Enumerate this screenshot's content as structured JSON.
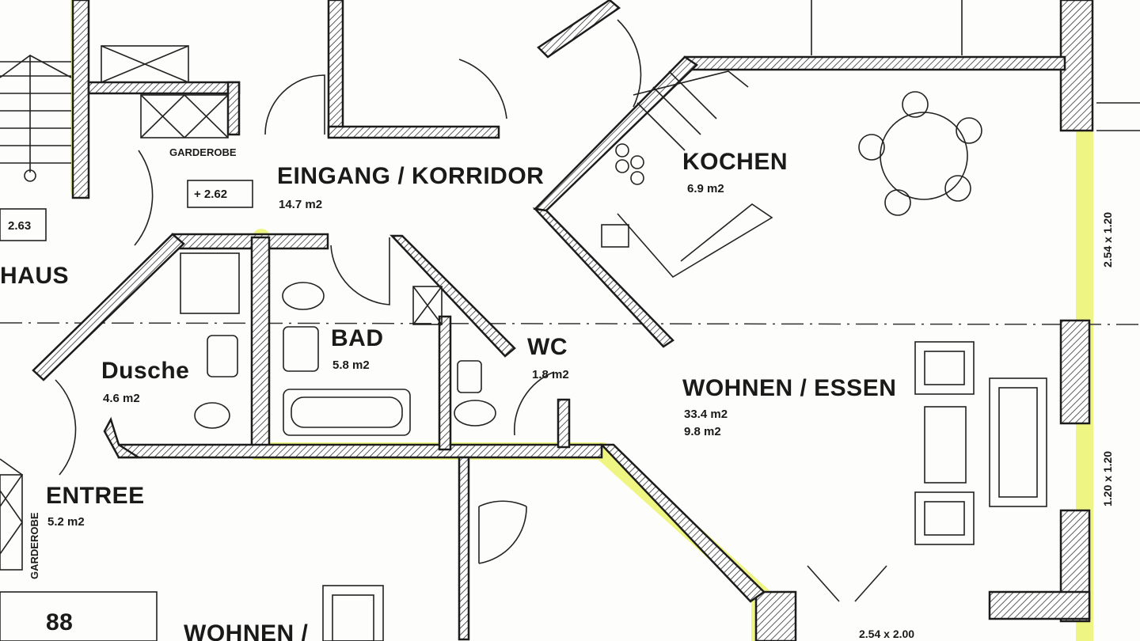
{
  "rooms": {
    "eingang": {
      "name": "EINGANG / KORRIDOR",
      "area": "14.7 m2"
    },
    "kochen": {
      "name": "KOCHEN",
      "area": "6.9 m2"
    },
    "bad": {
      "name": "BAD",
      "area": "5.8 m2"
    },
    "wc": {
      "name": "WC",
      "area": "1.8 m2"
    },
    "dusche": {
      "name": "Dusche",
      "area": "4.6 m2"
    },
    "wohnen": {
      "name": "WOHNEN / ESSEN",
      "area": "33.4 m2",
      "area2": "9.8 m2"
    },
    "entree": {
      "name": "ENTREE",
      "area": "5.2 m2"
    },
    "haus": {
      "name": "HAUS"
    },
    "wohnen_lower": {
      "name": "WOHNEN /"
    }
  },
  "labels": {
    "garderobe_top": "GARDEROBE",
    "garderobe_side": "GARDEROBE",
    "level_box": "+ 2.62",
    "box_left": "2.63",
    "box_bottom": "88",
    "window_1": "2.54 x 1.20",
    "window_2": "1.20 x 1.20",
    "window_bottom": "2.54 x 2.00"
  },
  "colors": {
    "wall": "#1c1c1c",
    "highlight": "#e8f25a",
    "paper": "#fdfdfb"
  }
}
